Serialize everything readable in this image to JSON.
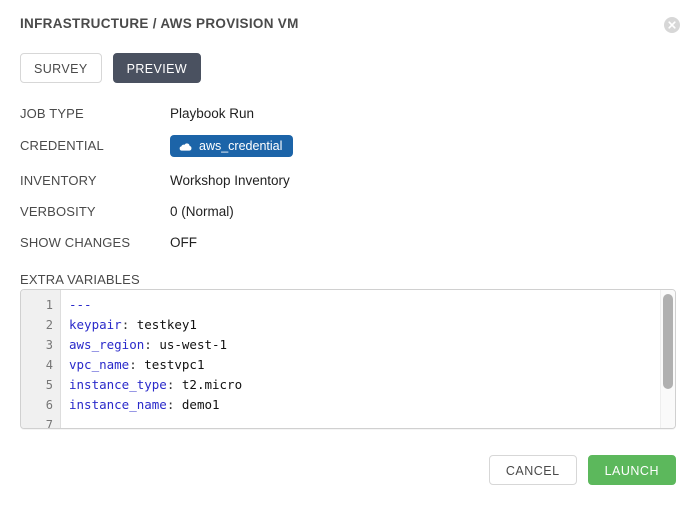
{
  "header": {
    "title": "INFRASTRUCTURE / AWS PROVISION VM",
    "close_icon": "close-circle-icon"
  },
  "tabs": [
    {
      "label": "SURVEY",
      "active": false
    },
    {
      "label": "PREVIEW",
      "active": true
    }
  ],
  "details": [
    {
      "label": "JOB TYPE",
      "value": "Playbook Run"
    },
    {
      "label": "CREDENTIAL",
      "value": "aws_credential",
      "badge": true,
      "icon": "cloud-icon"
    },
    {
      "label": "INVENTORY",
      "value": "Workshop Inventory"
    },
    {
      "label": "VERBOSITY",
      "value": "0 (Normal)"
    },
    {
      "label": "SHOW CHANGES",
      "value": "OFF"
    }
  ],
  "extra_variables": {
    "label": "EXTRA VARIABLES",
    "line_numbers": [
      "1",
      "2",
      "3",
      "4",
      "5",
      "6",
      "7"
    ],
    "lines": [
      {
        "key": "",
        "sep": "",
        "value": "",
        "doc": "---"
      },
      {
        "key": "keypair",
        "sep": ": ",
        "value": "testkey1",
        "doc": ""
      },
      {
        "key": "aws_region",
        "sep": ": ",
        "value": "us-west-1",
        "doc": ""
      },
      {
        "key": "vpc_name",
        "sep": ": ",
        "value": "testvpc1",
        "doc": ""
      },
      {
        "key": "instance_type",
        "sep": ": ",
        "value": "t2.micro",
        "doc": ""
      },
      {
        "key": "instance_name",
        "sep": ": ",
        "value": "demo1",
        "doc": ""
      }
    ],
    "raw_text": "---\nkeypair: testkey1\naws_region: us-west-1\nvpc_name: testvpc1\ninstance_type: t2.micro\ninstance_name: demo1\n"
  },
  "footer": {
    "cancel_label": "CANCEL",
    "launch_label": "LAUNCH"
  },
  "colors": {
    "active_tab_bg": "#4a5160",
    "credential_badge_bg": "#1c64a8",
    "launch_bg": "#5cb85c",
    "yaml_key": "#2a2aca",
    "border": "#d7d7d7"
  }
}
